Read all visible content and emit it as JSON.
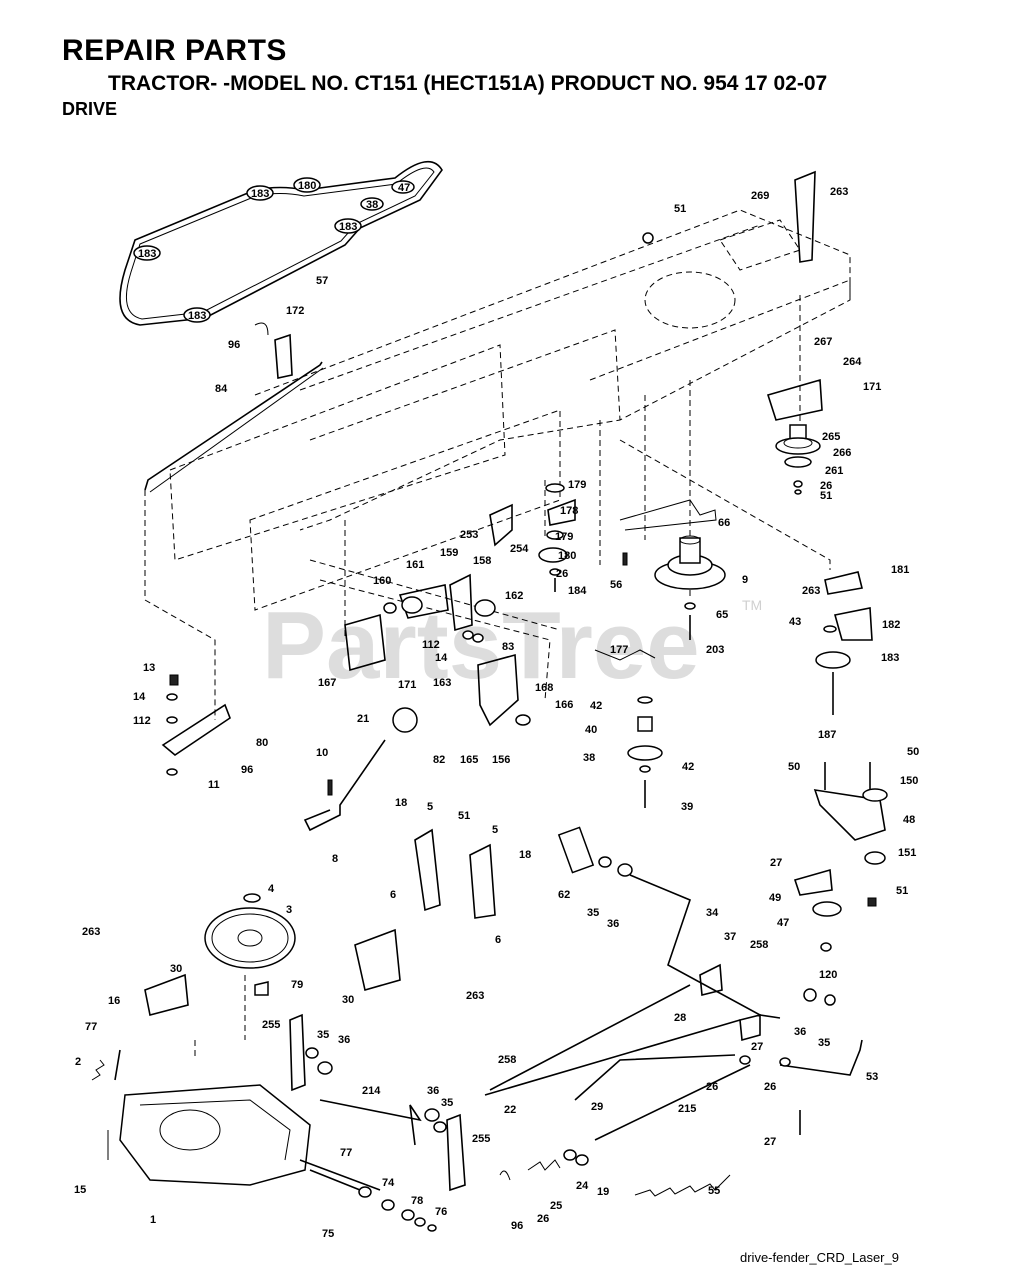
{
  "header": {
    "title": "REPAIR PARTS",
    "model_line": "TRACTOR- -MODEL NO. CT151 (HECT151A) PRODUCT NO. 954 17 02-07",
    "section": "DRIVE"
  },
  "watermark": {
    "text": "PartsTree",
    "tm": "TM"
  },
  "footer": {
    "ref": "drive-fender_CRD_Laser_9"
  },
  "belt_pulley_tags": [
    "183",
    "180",
    "47",
    "38",
    "183",
    "183",
    "183"
  ],
  "callouts": [
    "57",
    "96",
    "172",
    "84",
    "51",
    "269",
    "263",
    "267",
    "264",
    "171",
    "265",
    "266",
    "261",
    "26",
    "51",
    "179",
    "178",
    "179",
    "180",
    "26",
    "184",
    "66",
    "253",
    "254",
    "159",
    "158",
    "161",
    "160",
    "162",
    "112",
    "14",
    "163",
    "83",
    "171",
    "167",
    "177",
    "56",
    "9",
    "65",
    "203",
    "263",
    "181",
    "43",
    "182",
    "183",
    "13",
    "14",
    "112",
    "80",
    "96",
    "11",
    "21",
    "82",
    "165",
    "156",
    "168",
    "166",
    "42",
    "40",
    "38",
    "42",
    "39",
    "187",
    "50",
    "50",
    "150",
    "48",
    "27",
    "151",
    "51",
    "49",
    "47",
    "120",
    "10",
    "8",
    "18",
    "5",
    "51",
    "5",
    "6",
    "18",
    "6",
    "62",
    "35",
    "36",
    "34",
    "37",
    "258",
    "4",
    "3",
    "79",
    "263",
    "30",
    "16",
    "263",
    "30",
    "77",
    "2",
    "255",
    "35",
    "36",
    "214",
    "36",
    "35",
    "255",
    "28",
    "36",
    "35",
    "27",
    "26",
    "26",
    "53",
    "258",
    "22",
    "29",
    "215",
    "27",
    "15",
    "1",
    "77",
    "74",
    "78",
    "76",
    "75",
    "96",
    "26",
    "25",
    "24",
    "19",
    "55"
  ]
}
